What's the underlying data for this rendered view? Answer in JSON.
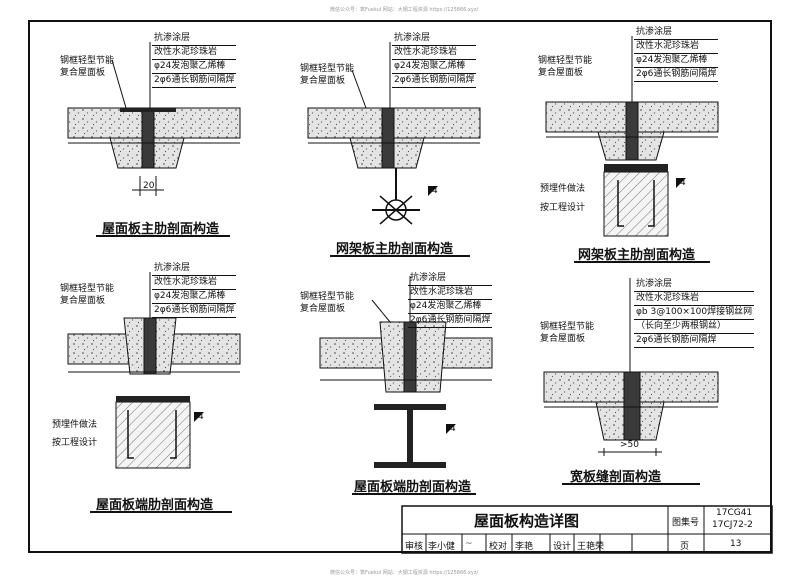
{
  "watermark_top": "微信公众号：筑Fuekul 网站：大钢工程资源 https://125866.xyz/",
  "watermark_bottom": "微信公众号：筑Fuekul 网站：大钢工程资源 https://125866.xyz/",
  "common": {
    "panel_label": [
      "钢框轻型节能",
      "复合屋面板"
    ],
    "layers": [
      "抗渗涂层",
      "改性水泥珍珠岩",
      "φ24发泡聚乙烯棒",
      "2φ6通长钢筋间隔焊"
    ],
    "embed_note": [
      "预埋件做法",
      "按工程设计"
    ],
    "weld_mark": "4"
  },
  "details": [
    {
      "caption": "屋面板主肋剖面构造",
      "dim": "20"
    },
    {
      "caption": "网架板主肋剖面构造"
    },
    {
      "caption": "网架板主肋剖面构造"
    },
    {
      "caption": "屋面板端肋剖面构造"
    },
    {
      "caption": "屋面板端肋剖面构造"
    },
    {
      "caption": "宽板缝剖面构造",
      "dim": ">50",
      "layers": [
        "抗渗涂层",
        "改性水泥珍珠岩",
        "φb 3@100×100焊接钢丝网",
        "（长向至少两根钢丝）",
        "2φ6通长钢筋间隔焊"
      ]
    }
  ],
  "title_block": {
    "title": "屋面板构造详图",
    "atlas_label": "图集号",
    "atlas_no": [
      "17CG41",
      "17CJ72-2"
    ],
    "page_label": "页",
    "page_no": "13",
    "review_label": "审核",
    "review_name": "李小健",
    "check_label": "校对",
    "check_name": "李艳",
    "design_label": "设计",
    "design_name": "王艳荣"
  }
}
